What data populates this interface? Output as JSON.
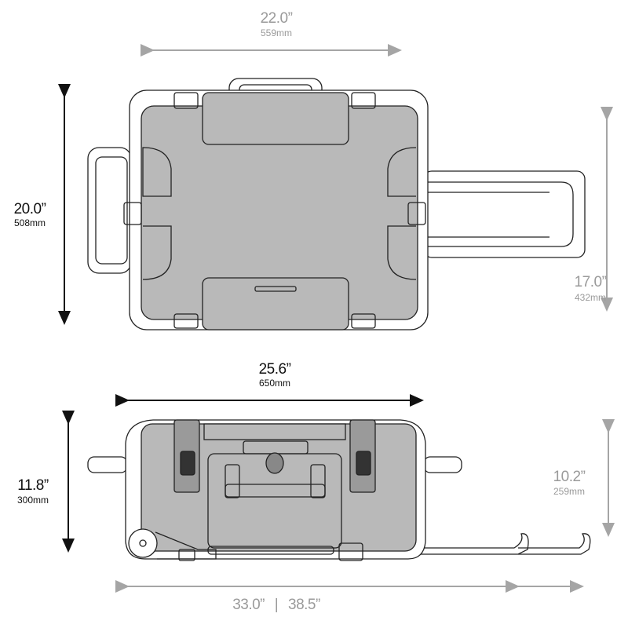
{
  "colors": {
    "dark_dimension": "#111111",
    "light_dimension": "#9a9a9a",
    "case_fill": "#b9b9b9",
    "outline": "#222222"
  },
  "top_view": {
    "width_in": "22.0”",
    "width_mm": "559mm",
    "length_in": "20.0”",
    "length_mm": "508mm",
    "interior_length_in": "17.0”",
    "interior_length_mm": "432mm"
  },
  "side_view": {
    "length_in": "25.6”",
    "length_mm": "650mm",
    "height_in": "11.8”",
    "height_mm": "300mm",
    "interior_height_in": "10.2”",
    "interior_height_mm": "259mm",
    "handle_extended_collapsed": "33.0”",
    "separator": "|",
    "handle_extended_full": "38.5”"
  }
}
